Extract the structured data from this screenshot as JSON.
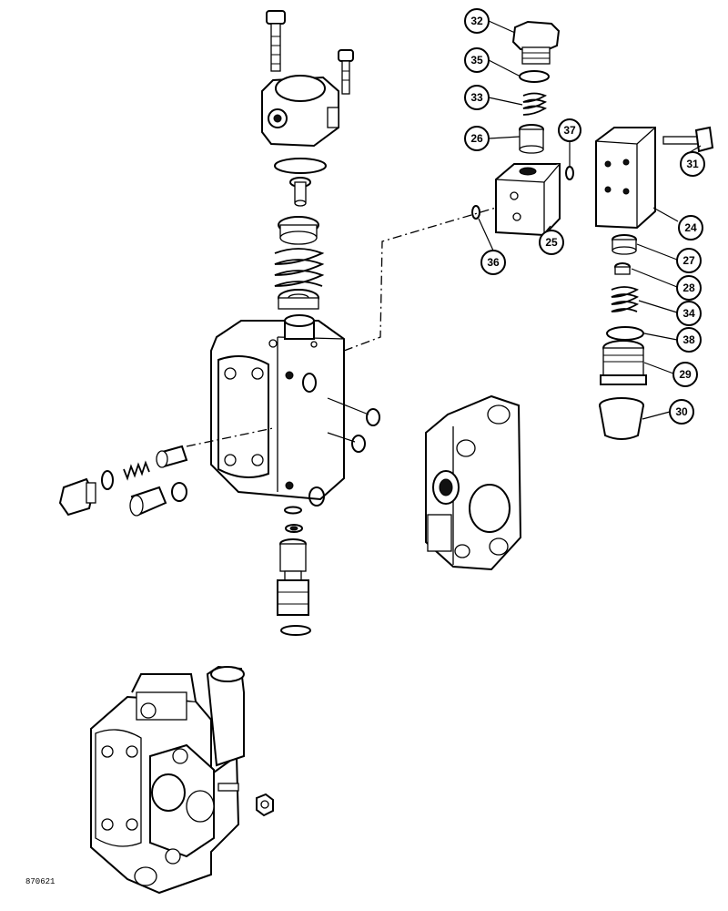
{
  "figure_id": "870621",
  "callouts": [
    {
      "label": "32"
    },
    {
      "label": "35"
    },
    {
      "label": "33"
    },
    {
      "label": "26"
    },
    {
      "label": "37"
    },
    {
      "label": "31"
    },
    {
      "label": "24"
    },
    {
      "label": "36"
    },
    {
      "label": "25"
    },
    {
      "label": "27"
    },
    {
      "label": "28"
    },
    {
      "label": "34"
    },
    {
      "label": "38"
    },
    {
      "label": "29"
    },
    {
      "label": "30"
    }
  ]
}
